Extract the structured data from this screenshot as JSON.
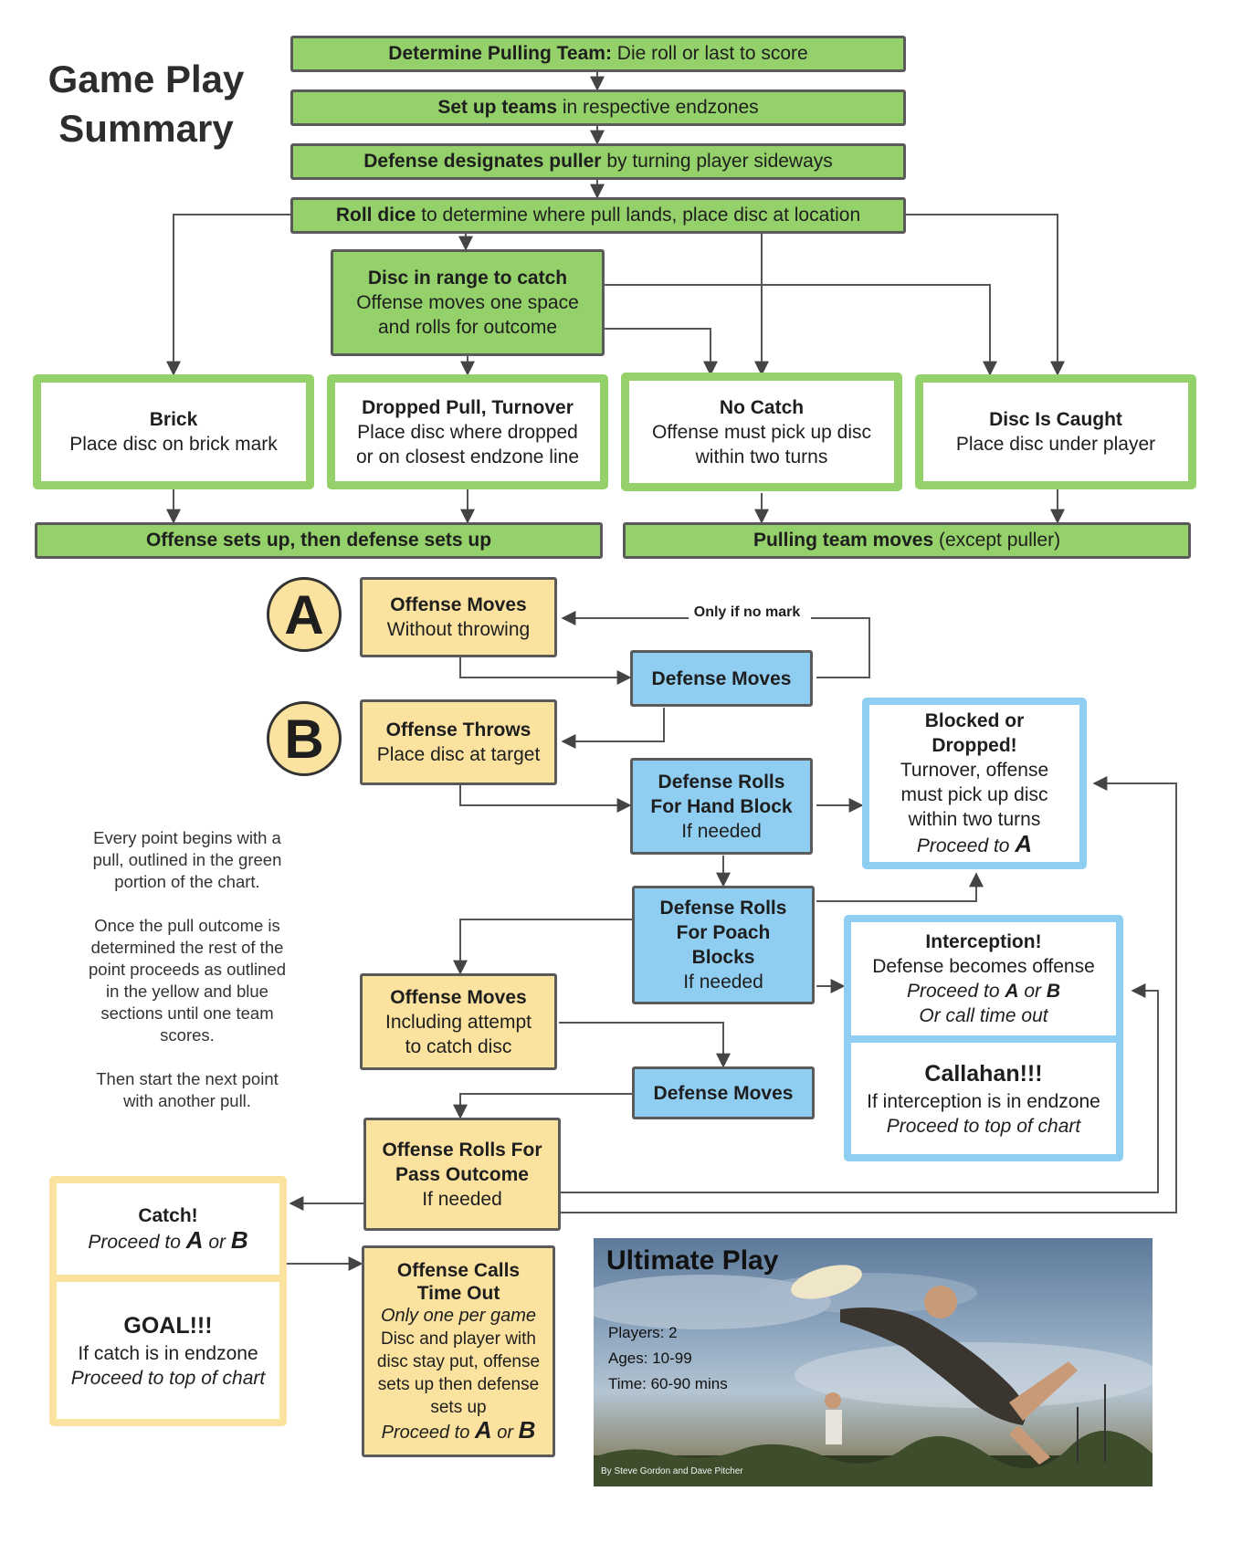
{
  "title": {
    "line1": "Game Play",
    "line2": "Summary"
  },
  "pull": {
    "step1": {
      "bold": "Determine Pulling Team:",
      "rest": " Die roll or last to score"
    },
    "step2": {
      "bold": "Set up teams",
      "rest": " in respective endzones"
    },
    "step3": {
      "bold": "Defense designates puller",
      "rest": " by turning player sideways"
    },
    "step4": {
      "bold": "Roll dice",
      "rest": " to determine where pull lands, place disc at location"
    },
    "in_range": {
      "title": "Disc in range to catch",
      "line1": "Offense moves one space",
      "line2": "and rolls for outcome"
    },
    "outcomes": {
      "brick": {
        "title": "Brick",
        "line1": "Place disc on brick mark"
      },
      "dropped": {
        "title": "Dropped Pull, Turnover",
        "line1": "Place disc where dropped",
        "line2": "or on closest endzone line"
      },
      "no_catch": {
        "title": "No Catch",
        "line1": "Offense must pick up disc",
        "line2": "within two turns"
      },
      "caught": {
        "title": "Disc Is Caught",
        "line1": "Place disc under player"
      }
    },
    "setup_left": {
      "bold": "Offense sets up, then defense sets up"
    },
    "setup_right": {
      "bold": "Pulling team moves",
      "rest": " (except puller)"
    }
  },
  "play": {
    "circle_a": "A",
    "circle_b": "B",
    "offense_moves": {
      "title": "Offense Moves",
      "line1": "Without throwing"
    },
    "only_if_no_mark": "Only if no mark",
    "defense_moves_1": {
      "title": "Defense Moves"
    },
    "offense_throws": {
      "title": "Offense Throws",
      "line1": "Place disc at target"
    },
    "hand_block": {
      "line1": "Defense Rolls",
      "line2": "For Hand Block",
      "line3": "If needed"
    },
    "blocked": {
      "line1": "Blocked or",
      "line2": "Dropped!",
      "line3": "Turnover, offense",
      "line4": "must pick up disc",
      "line5": "within two turns",
      "proceed": "Proceed to ",
      "a": "A"
    },
    "poach_block": {
      "line1": "Defense Rolls",
      "line2": "For Poach",
      "line3": "Blocks",
      "line4": "If needed"
    },
    "interception": {
      "title": "Interception!",
      "line1": "Defense becomes offense",
      "proceed": "Proceed to ",
      "a": "A",
      "or": " or ",
      "b": "B",
      "line3": "Or call time out"
    },
    "callahan": {
      "title": "Callahan!!!",
      "line1": "If interception is in endzone",
      "line2": "Proceed to top of chart"
    },
    "offense_moves_catch": {
      "title": "Offense Moves",
      "line1": "Including attempt",
      "line2": "to catch disc"
    },
    "defense_moves_2": {
      "title": "Defense Moves"
    },
    "pass_outcome": {
      "line1": "Offense Rolls For",
      "line2": "Pass Outcome",
      "line3": "If needed"
    },
    "catch": {
      "title": "Catch!",
      "proceed": "Proceed to ",
      "a": "A",
      "or": " or ",
      "b": "B"
    },
    "goal": {
      "title": "GOAL!!!",
      "line1": "If catch is in endzone",
      "line2": "Proceed to top of chart"
    },
    "time_out": {
      "line1": "Offense Calls",
      "line2": "Time Out",
      "line3": "Only one per game",
      "line4": "Disc and player with",
      "line5": "disc stay put, offense",
      "line6": "sets up then defense",
      "line7": "sets up",
      "proceed": "Proceed to ",
      "a": "A",
      "or": " or ",
      "b": "B"
    }
  },
  "notes": {
    "p1": [
      "Every point begins with a",
      "pull, outlined in the green",
      "portion of the chart."
    ],
    "p2": [
      "Once the pull outcome is",
      "determined the rest of the",
      "point proceeds as outlined",
      "in the yellow and blue",
      "sections until one team",
      "scores."
    ],
    "p3": [
      "Then start the next point",
      "with another pull."
    ]
  },
  "box_art": {
    "title": "Ultimate Play",
    "players": "Players: 2",
    "ages": "Ages: 10-99",
    "time": "Time: 60-90 mins",
    "credit": "By Steve Gordon and Dave Pitcher"
  },
  "colors": {
    "green": "#95d16a",
    "yellow": "#fbe29f",
    "blue": "#8fcdf1",
    "line": "#5a5a5a"
  }
}
